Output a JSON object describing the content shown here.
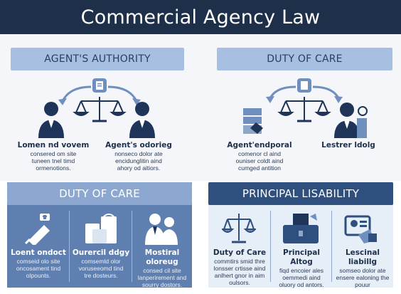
{
  "title": "Commercial Agency Law",
  "sections": {
    "agents_authority": {
      "heading": "AGENT'S AUTHORITY",
      "items": [
        {
          "title": "Lomen nd vovem",
          "body": [
            "consered om site",
            "tuneen tnel timd",
            "ormenotions."
          ]
        },
        {
          "title": "Agent's odorieg",
          "body": [
            "nonseco dolor ate",
            "encidunglitin aind",
            "ahory od aitiors."
          ]
        }
      ]
    },
    "duty_of_care_top": {
      "heading": "DUTY OF CARE",
      "items": [
        {
          "title": "Agent'endporal",
          "body": [
            "comenor cl aind",
            "ouniser coldt aind",
            "cumged antition"
          ]
        },
        {
          "title": "Lestrer ldolg",
          "body": []
        }
      ]
    },
    "duty_of_care_bottom": {
      "heading": "DUTY OF CARE",
      "items": [
        {
          "title": "Loent ondoct",
          "body": [
            "comseid olo site",
            "oncosament tind",
            "olpounts."
          ]
        },
        {
          "title": "Ourercil ddgy",
          "body": [
            "comsemld olor",
            "voruseeomd tind",
            "tre dosteurs."
          ]
        },
        {
          "title": "Mostiral oloreug",
          "body": [
            "consed cil site",
            "lanperirement and",
            "sourry dostors."
          ]
        }
      ]
    },
    "principal_liability": {
      "heading": "PRINCIPAL LISABILITY",
      "items": [
        {
          "title": "Duty of Care",
          "body": [
            "commtirs smid thre",
            "lonsser crtisse aind",
            "anlhert gnor in aim",
            "oulsors."
          ]
        },
        {
          "title": "Principal Altog",
          "body": [
            "fiqd encoier ales",
            "oemmedi aind",
            "oluory od antors."
          ]
        },
        {
          "title": "Lescinal liabillg",
          "body": [
            "somseo dolor ate",
            "ensere ealoning the",
            "pouur"
          ]
        }
      ]
    }
  },
  "colors": {
    "title_bar": "#1e2f4a",
    "light_heading": "#a7bfe0",
    "mid_heading": "#6d8fbe",
    "dark_heading": "#2f4f7f",
    "icon_navy": "#1e3458",
    "icon_blue": "#6f8fbf",
    "panel_light": "#e6eef8",
    "panel_mid": "#5f7fb0"
  },
  "icons": [
    "person-icon",
    "scale-icon",
    "document-icon",
    "handshake-icon",
    "clipboard-icon",
    "bags-icon",
    "family-icon",
    "gavel-icon",
    "briefcase-icon",
    "id-card-icon"
  ]
}
